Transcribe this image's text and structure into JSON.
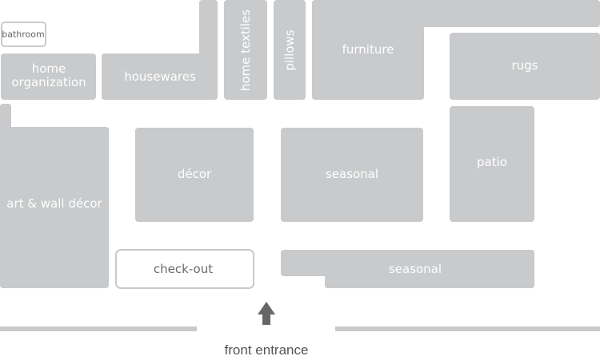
{
  "map": {
    "departments": {
      "bathroom": "bathroom",
      "home_organization_line1": "home",
      "home_organization_line2": "organization",
      "housewares": "housewares",
      "home_textiles": "home textiles",
      "pillows": "pillows",
      "furniture": "furniture",
      "rugs": "rugs",
      "art_wall_decor": "art & wall décor",
      "decor": "décor",
      "seasonal_center": "seasonal",
      "patio": "patio",
      "check_out": "check-out",
      "seasonal_front": "seasonal"
    },
    "entrance": {
      "label": "front entrance",
      "icon": "up-arrow-icon"
    },
    "colors": {
      "department_fill": "#c8cacc",
      "label_text": "#ffffff",
      "outline_text": "#666666",
      "arrow": "#666666"
    }
  }
}
